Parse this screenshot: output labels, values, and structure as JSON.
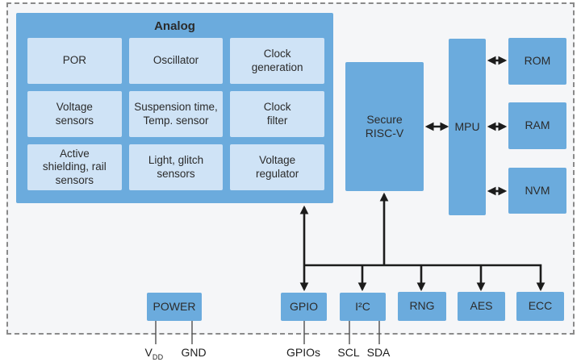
{
  "analog": {
    "title": "Analog",
    "cells": [
      "POR",
      "Oscillator",
      "Clock\ngeneration",
      "Voltage\nsensors",
      "Suspension time,\nTemp. sensor",
      "Clock\nfilter",
      "Active\nshielding, rail\nsensors",
      "Light, glitch\nsensors",
      "Voltage\nregulator"
    ]
  },
  "blocks": {
    "riscv": "Secure\nRISC-V",
    "mpu": "MPU",
    "rom": "ROM",
    "ram": "RAM",
    "nvm": "NVM",
    "power": "POWER",
    "gpio": "GPIO",
    "i2c": "I²C",
    "rng": "RNG",
    "aes": "AES",
    "ecc": "ECC"
  },
  "pins": {
    "vdd_base": "V",
    "vdd_sub": "DD",
    "gnd": "GND",
    "gpios": "GPIOs",
    "scl": "SCL",
    "sda": "SDA"
  },
  "colors": {
    "block_fill": "#6babdd",
    "cell_fill": "#cfe3f6",
    "canvas_fill": "#f5f6f8",
    "arrow_color": "#1c1c1c",
    "outline_color": "#8a8a8a",
    "text_color": "#2b2b2b",
    "pin_line": "#4f4f4f"
  }
}
